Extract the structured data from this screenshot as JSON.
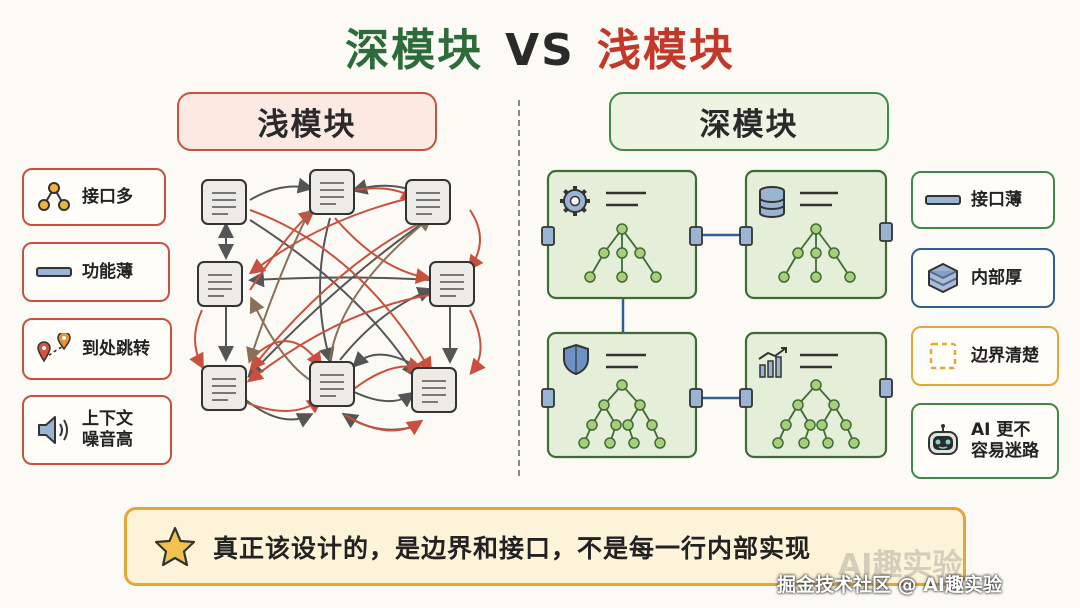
{
  "title": {
    "part1": "深模块",
    "vs": "VS",
    "part2": "浅模块"
  },
  "shallow": {
    "header": "浅模块",
    "tags": [
      {
        "icon": "network-nodes-icon",
        "label": "接口多"
      },
      {
        "icon": "thin-bar-icon",
        "label": "功能薄"
      },
      {
        "icon": "map-route-pins-icon",
        "label": "到处跳转"
      },
      {
        "icon": "speaker-icon",
        "label": "上下文\n噪音高"
      }
    ],
    "modules": [
      "document-node",
      "document-node",
      "document-node",
      "document-node",
      "document-node",
      "document-node",
      "document-node",
      "document-node"
    ]
  },
  "deep": {
    "header": "深模块",
    "modules": [
      {
        "icon": "gear-icon"
      },
      {
        "icon": "database-icon"
      },
      {
        "icon": "shield-icon"
      },
      {
        "icon": "bar-chart-icon"
      }
    ],
    "tags": [
      {
        "icon": "thin-bar-icon",
        "label": "接口薄"
      },
      {
        "icon": "stacked-layers-icon",
        "label": "内部厚"
      },
      {
        "icon": "dashed-square-icon",
        "label": "边界清楚"
      },
      {
        "icon": "robot-icon",
        "label": "AI 更不\n容易迷路"
      }
    ]
  },
  "banner": {
    "icon": "star-icon",
    "text": "真正该设计的，是边界和接口，不是每一行内部实现"
  },
  "watermark": {
    "faint": "AI趣实验",
    "text": "掘金技术社区 @ AI趣实验"
  },
  "colors": {
    "deep": "#2e6b3a",
    "shallow": "#c0392b",
    "accent": "#e2a63a",
    "blue": "#2f5f93"
  }
}
